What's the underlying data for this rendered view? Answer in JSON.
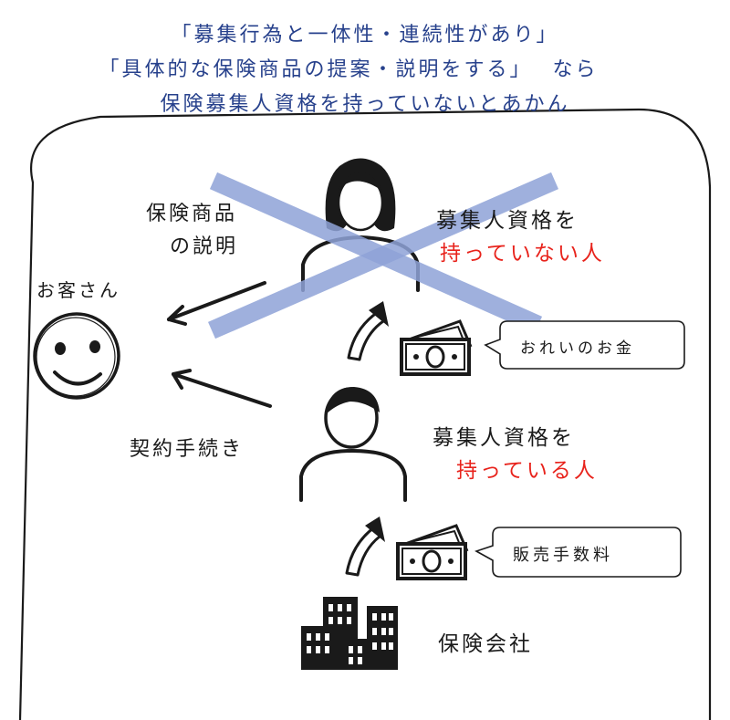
{
  "header": {
    "line1": "「募集行為と一体性・連続性があり」",
    "line2": "「具体的な保険商品の提案・説明をする」",
    "line2_suffix": "なら",
    "line3": "保険募集人資格を持っていないとあかん"
  },
  "customer": {
    "label": "お客さん"
  },
  "actions": {
    "explain_line1": "保険商品",
    "explain_line2": "の説明",
    "contract": "契約手続き"
  },
  "unqualified": {
    "line1": "募集人資格を",
    "line2": "持っていない人",
    "bubble": "おれいのお金"
  },
  "qualified": {
    "line1": "募集人資格を",
    "line2": "持っている人",
    "bubble": "販売手数料"
  },
  "company": {
    "label": "保険会社"
  },
  "colors": {
    "header": "#27418c",
    "highlight": "#e8231c",
    "cross": "#8fa3d8",
    "ink": "#1a1a1a"
  }
}
